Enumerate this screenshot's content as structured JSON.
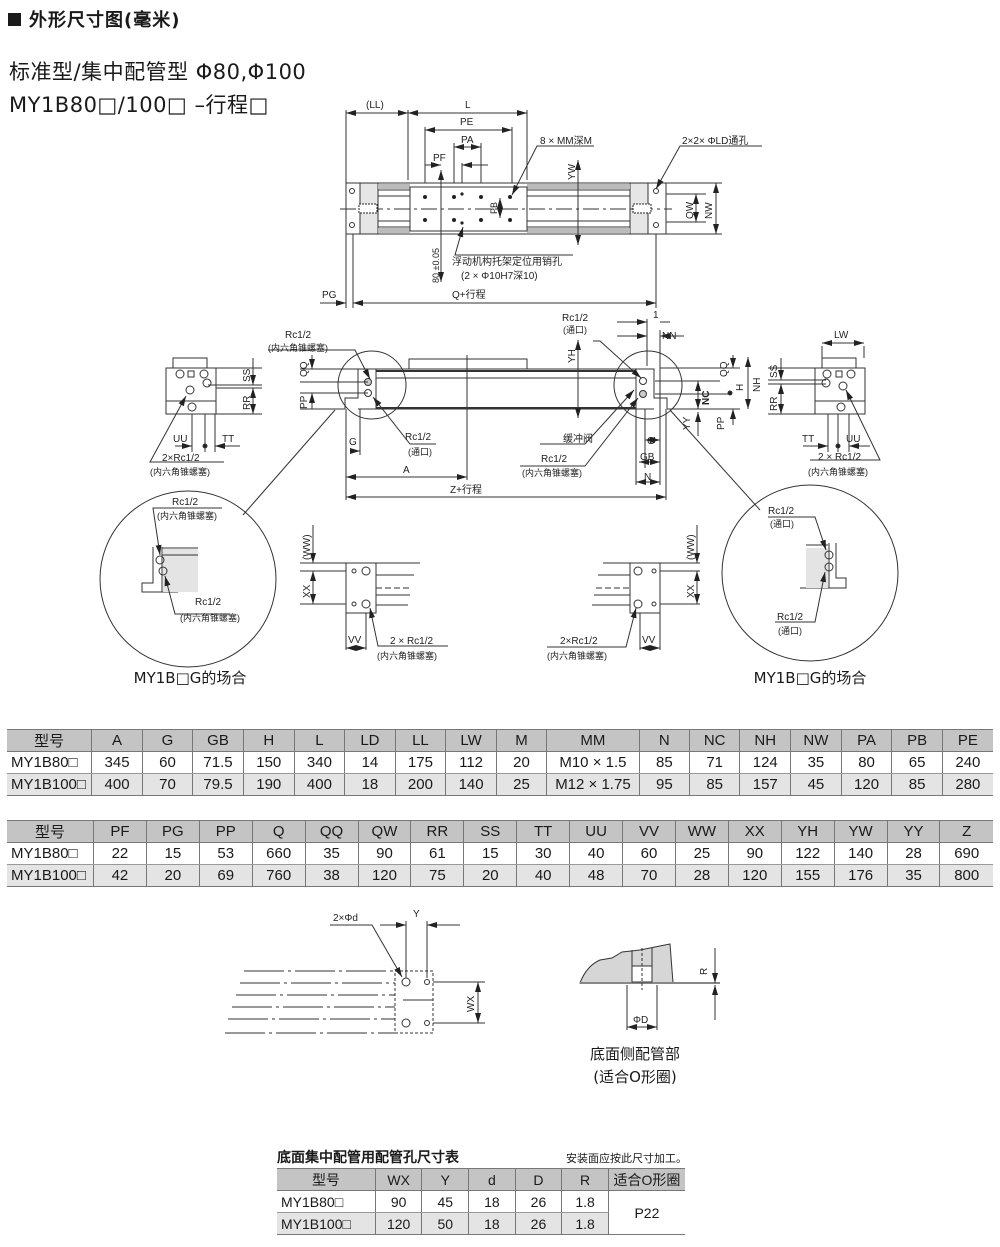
{
  "header": {
    "section_title": "外形尺寸图(毫米)",
    "subtitle": "标准型/集中配管型 Φ80,Φ100",
    "model_line": "MY1B80□/100□ –行程□"
  },
  "drawing_labels": {
    "top_view": {
      "LL": "(LL)",
      "L": "L",
      "PE": "PE",
      "PA": "PA",
      "PF": "PF",
      "mm_holes": "8 × MM深M",
      "ld_holes": "2×2× ΦLD通孔",
      "YW": "YW",
      "PB": "PB",
      "QW": "QW",
      "NW": "NW",
      "tolerance": "80 ±0.05",
      "pin_hole": "浮动机构托架定位用销孔",
      "pin_hole_spec": "(2 × Φ10H7深10)",
      "PG": "PG",
      "Q_stroke": "Q+行程"
    },
    "front_view": {
      "rc_left_plug": "Rc1/2",
      "rc_left_plug_note": "(内六角锥螺塞)",
      "rc_left_port": "Rc1/2",
      "rc_left_port_note": "(通口)",
      "QQ": "QQ",
      "PP": "PP",
      "G": "G",
      "A": "A",
      "Z_stroke": "Z+行程",
      "rc_right_port": "Rc1/2",
      "rc_right_port_note": "(通口)",
      "one": "1",
      "NN": "NN",
      "YH": "YH",
      "cushion_valve": "缓冲阀",
      "rc_right_plug": "Rc1/2",
      "rc_right_plug_note": "(内六角锥螺塞)",
      "GB": "GB",
      "N": "N",
      "QQ_r": "QQ",
      "H": "H",
      "NH": "NH",
      "NC": "NC",
      "YY": "YY",
      "PP_r": "PP"
    },
    "side_left": {
      "SS": "SS",
      "RR": "RR",
      "UU": "UU",
      "TT": "TT",
      "plug": "2×Rc1/2",
      "plug_note": "(内六角锥螺塞)"
    },
    "side_right": {
      "LW": "LW",
      "SS": "SS",
      "RR": "RR",
      "TT": "TT",
      "UU": "UU",
      "plug": "2 × Rc1/2",
      "plug_note": "(内六角锥螺塞)"
    },
    "detail_left": {
      "top": "Rc1/2",
      "top_note": "(内六角锥螺塞)",
      "bottom": "Rc1/2",
      "bottom_note": "(内六角锥螺塞)",
      "caption": "MY1B□G的场合"
    },
    "detail_right": {
      "top": "Rc1/2",
      "top_note": "(通口)",
      "bottom": "Rc1/2",
      "bottom_note": "(通口)",
      "caption": "MY1B□G的场合"
    },
    "end_left": {
      "WW": "(WW)",
      "XX": "XX",
      "VV": "VV",
      "plug": "2 × Rc1/2",
      "plug_note": "(内六角锥螺塞)"
    },
    "end_right": {
      "WW": "(WW)",
      "XX": "XX",
      "VV": "VV",
      "plug": "2×Rc1/2",
      "plug_note": "(内六角锥螺塞)"
    },
    "bottom_port": {
      "d": "2×Φd",
      "Y": "Y",
      "WX": "WX"
    },
    "oring_detail": {
      "R": "R",
      "D": "ΦD",
      "caption1": "底面侧配管部",
      "caption2": "(适合O形圈)"
    }
  },
  "table1": {
    "headers": [
      "型号",
      "A",
      "G",
      "GB",
      "H",
      "L",
      "LD",
      "LL",
      "LW",
      "M",
      "MM",
      "N",
      "NC",
      "NH",
      "NW",
      "PA",
      "PB",
      "PE"
    ],
    "rows": [
      [
        "MY1B80□",
        "345",
        "60",
        "71.5",
        "150",
        "340",
        "14",
        "175",
        "112",
        "20",
        "M10 × 1.5",
        "85",
        "71",
        "124",
        "35",
        "80",
        "65",
        "240"
      ],
      [
        "MY1B100□",
        "400",
        "70",
        "79.5",
        "190",
        "400",
        "18",
        "200",
        "140",
        "25",
        "M12 × 1.75",
        "95",
        "85",
        "157",
        "45",
        "120",
        "85",
        "280"
      ]
    ]
  },
  "table2": {
    "headers": [
      "型号",
      "PF",
      "PG",
      "PP",
      "Q",
      "QQ",
      "QW",
      "RR",
      "SS",
      "TT",
      "UU",
      "VV",
      "WW",
      "XX",
      "YH",
      "YW",
      "YY",
      "Z"
    ],
    "rows": [
      [
        "MY1B80□",
        "22",
        "15",
        "53",
        "660",
        "35",
        "90",
        "61",
        "15",
        "30",
        "40",
        "60",
        "25",
        "90",
        "122",
        "140",
        "28",
        "690"
      ],
      [
        "MY1B100□",
        "42",
        "20",
        "69",
        "760",
        "38",
        "120",
        "75",
        "20",
        "40",
        "48",
        "70",
        "28",
        "120",
        "155",
        "176",
        "35",
        "800"
      ]
    ]
  },
  "table3": {
    "title": "底面集中配管用配管孔尺寸表",
    "note": "安装面应按此尺寸加工。",
    "headers": [
      "型号",
      "WX",
      "Y",
      "d",
      "D",
      "R",
      "适合O形圈"
    ],
    "rows": [
      [
        "MY1B80□",
        "90",
        "45",
        "18",
        "26",
        "1.8"
      ],
      [
        "MY1B100□",
        "120",
        "50",
        "18",
        "26",
        "1.8"
      ]
    ],
    "oring": "P22"
  }
}
